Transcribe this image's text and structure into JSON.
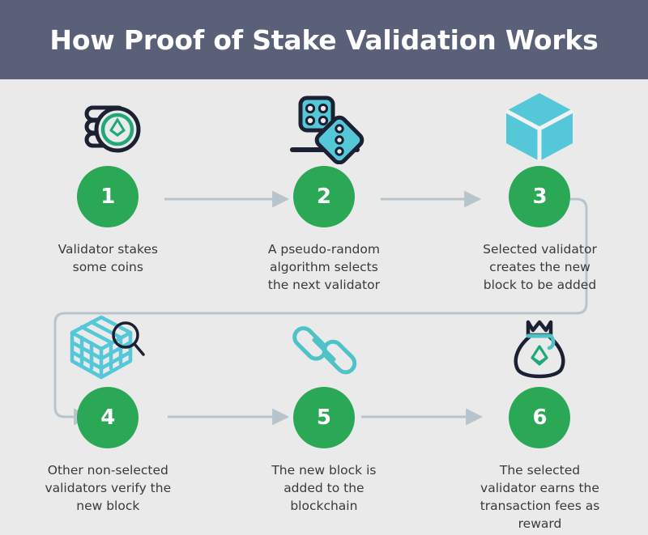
{
  "header": {
    "title": "How Proof of Stake Validation Works"
  },
  "theme": {
    "header_bg": "#5b6079",
    "page_bg": "#eaeaea",
    "badge_green": "#2aa855",
    "accent_cyan": "#54c8d8",
    "accent_teal": "#4ec3c7",
    "ink_dark": "#1b2132",
    "eth_green": "#1fa97a",
    "connector": "#b8c4cc",
    "caption_text": "#3a3a3a"
  },
  "steps": [
    {
      "number": "1",
      "icon": "stacked-coins-ethereum-icon",
      "caption": "Validator stakes\nsome coins"
    },
    {
      "number": "2",
      "icon": "dice-random-selector-icon",
      "caption": "A pseudo-random\nalgorithm selects\nthe next validator"
    },
    {
      "number": "3",
      "icon": "solid-block-cube-icon",
      "caption": "Selected validator\ncreates the new\nblock to be added"
    },
    {
      "number": "4",
      "icon": "block-inspect-magnifier-icon",
      "caption": "Other non-selected\nvalidators verify the\nnew block"
    },
    {
      "number": "5",
      "icon": "chain-link-icon",
      "caption": "The new block is\nadded to the\nblockchain"
    },
    {
      "number": "6",
      "icon": "reward-money-bag-ethereum-icon",
      "caption": "The selected\nvalidator earns the\ntransaction fees as\nreward"
    }
  ],
  "connectors": [
    {
      "name": "arrow-step1-to-step2",
      "kind": "straight-arrow-right"
    },
    {
      "name": "arrow-step2-to-step3",
      "kind": "straight-arrow-right"
    },
    {
      "name": "arrow-step3-to-step4",
      "kind": "wrap-around-arrow"
    },
    {
      "name": "arrow-step4-to-step5",
      "kind": "straight-arrow-right"
    },
    {
      "name": "arrow-step5-to-step6",
      "kind": "straight-arrow-right"
    }
  ]
}
